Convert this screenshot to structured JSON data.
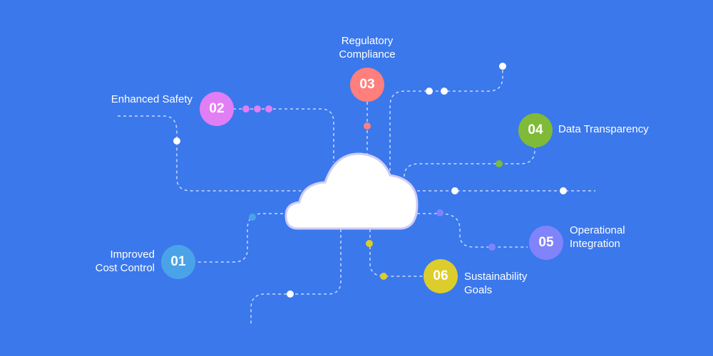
{
  "colors": {
    "background": "#3b78ec",
    "c01": "#4aa3e8",
    "c02": "#e27ef5",
    "c03": "#fe7f7c",
    "c04": "#7fba38",
    "c05": "#8183fb",
    "c06": "#dccd2c"
  },
  "items": [
    {
      "number": "01",
      "label_line1": "Improved",
      "label_line2": "Cost Control"
    },
    {
      "number": "02",
      "label_line1": "Enhanced Safety",
      "label_line2": ""
    },
    {
      "number": "03",
      "label_line1": "Regulatory",
      "label_line2": "Compliance"
    },
    {
      "number": "04",
      "label_line1": "Data Transparency",
      "label_line2": ""
    },
    {
      "number": "05",
      "label_line1": "Operational",
      "label_line2": "Integration"
    },
    {
      "number": "06",
      "label_line1": "Sustainability",
      "label_line2": "Goals"
    }
  ],
  "center_icon": "cloud-icon"
}
